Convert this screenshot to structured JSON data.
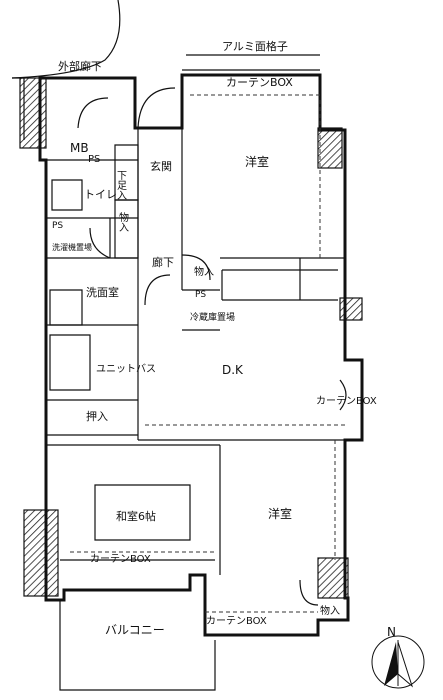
{
  "labels": {
    "corridor": "外部廊下",
    "lattice": "アルミ面格子",
    "curtain_box_top": "カーテンBOX",
    "mb": "MB",
    "ps1": "PS",
    "genkan": "玄関",
    "shoe": "下足入",
    "closet_small": "物入",
    "toilet": "トイレ",
    "ps2": "PS",
    "washer": "洗濯機置場",
    "sanitary": "洗面室",
    "hallway": "廊下",
    "storage1": "物入",
    "ps3": "PS",
    "fridge": "冷蔵庫置場",
    "bath": "ユニットバス",
    "dk": "D.K",
    "youshitsu_top": "洋室",
    "oshiire": "押入",
    "curtain_box_right": "カーテンBOX",
    "washitsu": "和室6帖",
    "youshitsu_bottom": "洋室",
    "curtain_box_left": "カーテンBOX",
    "curtain_box_bottom": "カーテンBOX",
    "storage2": "物入",
    "balcony": "バルコニー",
    "north": "N"
  }
}
